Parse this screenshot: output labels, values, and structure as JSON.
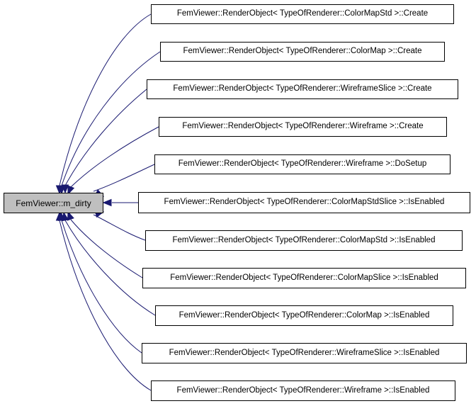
{
  "graph": {
    "center": {
      "label": "FemViewer::m_dirty",
      "fill": "#bfbfbf"
    },
    "edge_color": "#191970",
    "callers": [
      {
        "label": "FemViewer::RenderObject< TypeOfRenderer::ColorMapStd >::Create"
      },
      {
        "label": "FemViewer::RenderObject< TypeOfRenderer::ColorMap >::Create"
      },
      {
        "label": "FemViewer::RenderObject< TypeOfRenderer::WireframeSlice >::Create"
      },
      {
        "label": "FemViewer::RenderObject< TypeOfRenderer::Wireframe >::Create"
      },
      {
        "label": "FemViewer::RenderObject< TypeOfRenderer::Wireframe >::DoSetup"
      },
      {
        "label": "FemViewer::RenderObject< TypeOfRenderer::ColorMapStdSlice >::IsEnabled"
      },
      {
        "label": "FemViewer::RenderObject< TypeOfRenderer::ColorMapStd >::IsEnabled"
      },
      {
        "label": "FemViewer::RenderObject< TypeOfRenderer::ColorMapSlice >::IsEnabled"
      },
      {
        "label": "FemViewer::RenderObject< TypeOfRenderer::ColorMap >::IsEnabled"
      },
      {
        "label": "FemViewer::RenderObject< TypeOfRenderer::WireframeSlice >::IsEnabled"
      },
      {
        "label": "FemViewer::RenderObject< TypeOfRenderer::Wireframe >::IsEnabled"
      }
    ]
  }
}
